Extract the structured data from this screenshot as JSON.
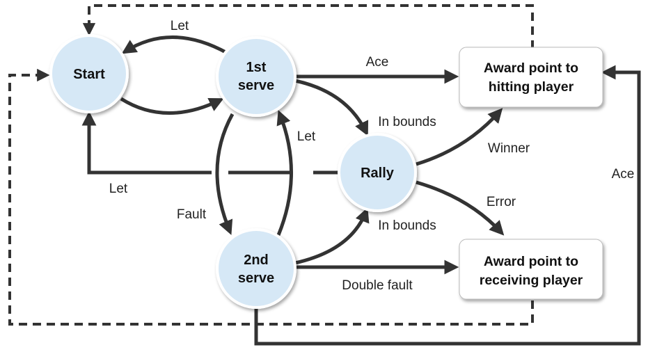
{
  "nodes": {
    "start": {
      "line1": "Start",
      "line2": ""
    },
    "first_serve": {
      "line1": "1st",
      "line2": "serve"
    },
    "second_serve": {
      "line1": "2nd",
      "line2": "serve"
    },
    "rally": {
      "line1": "Rally",
      "line2": ""
    },
    "award_hitting": {
      "line1": "Award point to",
      "line2": "hitting player"
    },
    "award_receiving": {
      "line1": "Award point to",
      "line2": "receiving player"
    }
  },
  "edge_labels": {
    "let_top": "Let",
    "ace_top": "Ace",
    "in_bounds_top": "In bounds",
    "let_middle": "Let",
    "winner": "Winner",
    "let_left": "Let",
    "ace_right": "Ace",
    "fault": "Fault",
    "error": "Error",
    "in_bounds_bottom": "In bounds",
    "double_fault": "Double fault"
  },
  "colors": {
    "circle_fill": "#d6e8f6",
    "circle_stroke": "#ffffff",
    "box_fill": "#ffffff",
    "line": "#333333"
  }
}
